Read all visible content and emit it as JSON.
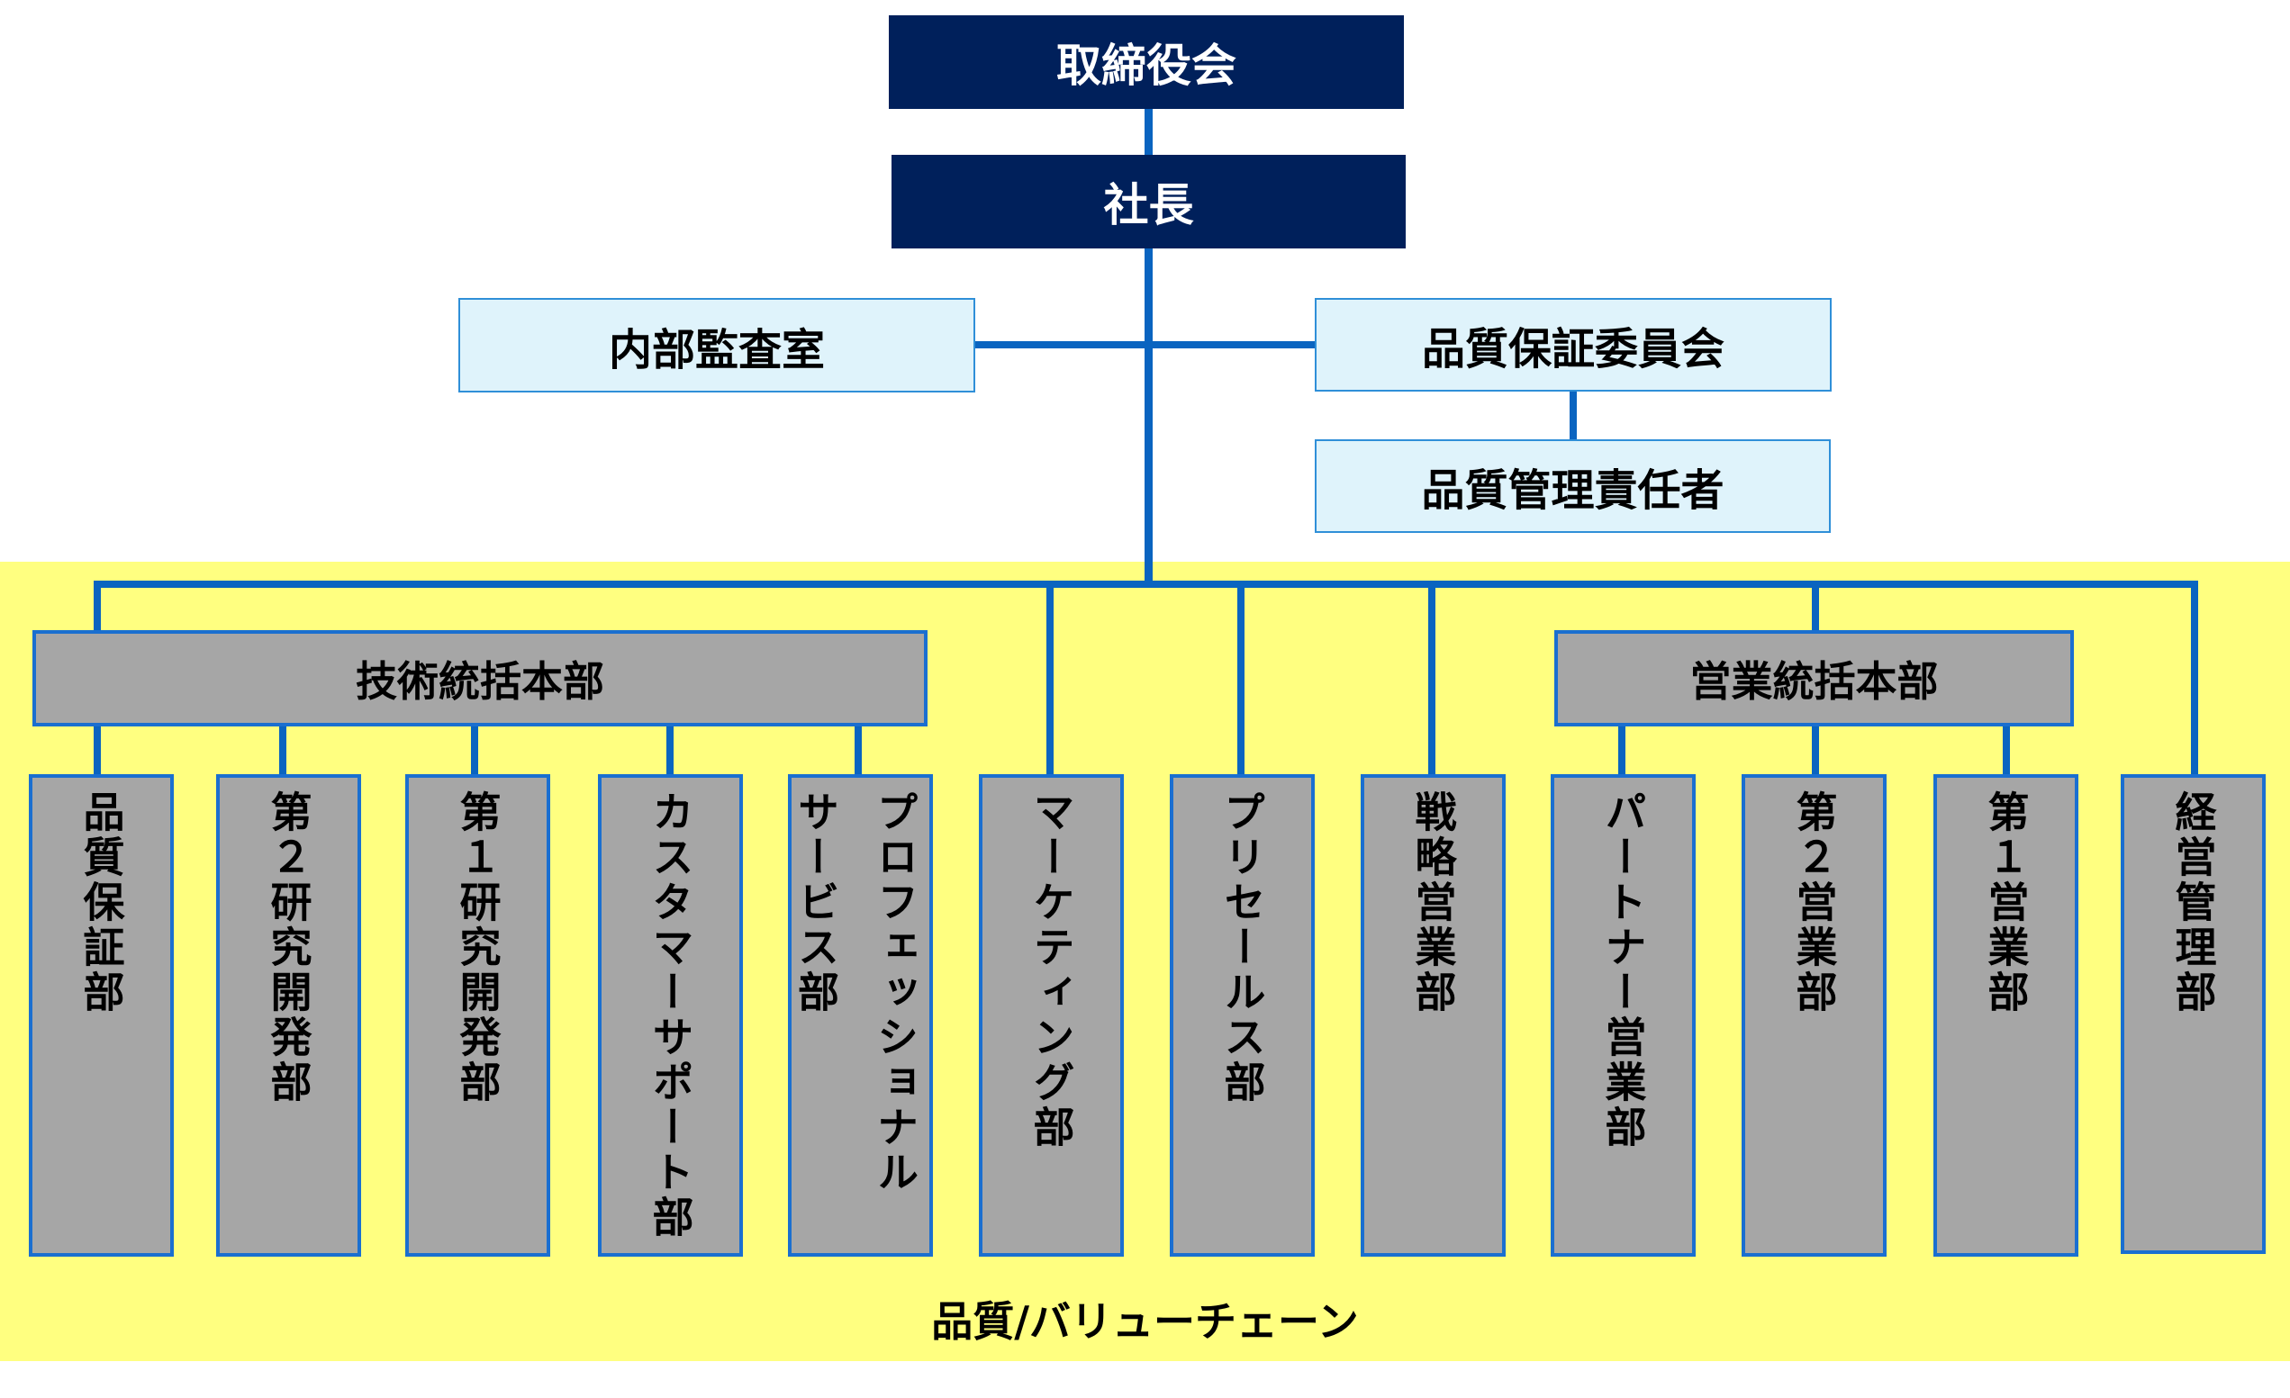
{
  "board": "取締役会",
  "president": "社長",
  "internal_audit": "内部監査室",
  "qa_committee": "品質保証委員会",
  "qa_manager": "品質管理責任者",
  "tech_hq": "技術統括本部",
  "sales_hq": "営業統括本部",
  "departments": [
    "品質保証部",
    "第２研究開発部",
    "第１研究開発部",
    "カスタマーサポート部",
    "プロフェッショナル",
    "サービス部",
    "マーケティング部",
    "プリセールス部",
    "戦略営業部",
    "パートナー営業部",
    "第２営業部",
    "第１営業部",
    "経営管理部"
  ],
  "band_label": "品質/バリューチェーン",
  "colors": {
    "navy": "#00205b",
    "light_blue": "#dff3fb",
    "grey": "#a6a6a6",
    "line_blue": "#0a64c0",
    "band_yellow": "#ffff80"
  }
}
